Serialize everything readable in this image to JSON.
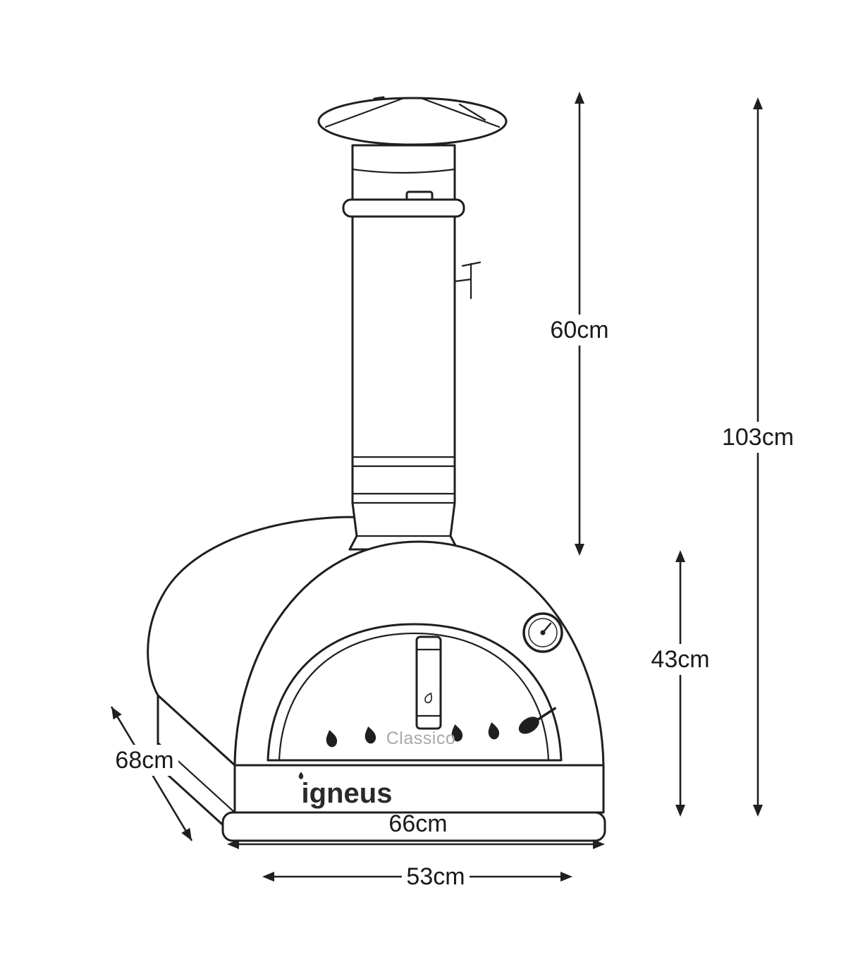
{
  "dimensions": {
    "chimney_height": "60cm",
    "overall_height": "103cm",
    "body_height": "43cm",
    "depth": "68cm",
    "base_width": "66cm",
    "hearth_width": "53cm"
  },
  "oven": {
    "brand": "igneus",
    "model": "Classico"
  },
  "colors": {
    "line": "#1f1f1f",
    "label": "#1a1a1a",
    "muted_text": "#a8a8a8",
    "background": "#ffffff"
  }
}
